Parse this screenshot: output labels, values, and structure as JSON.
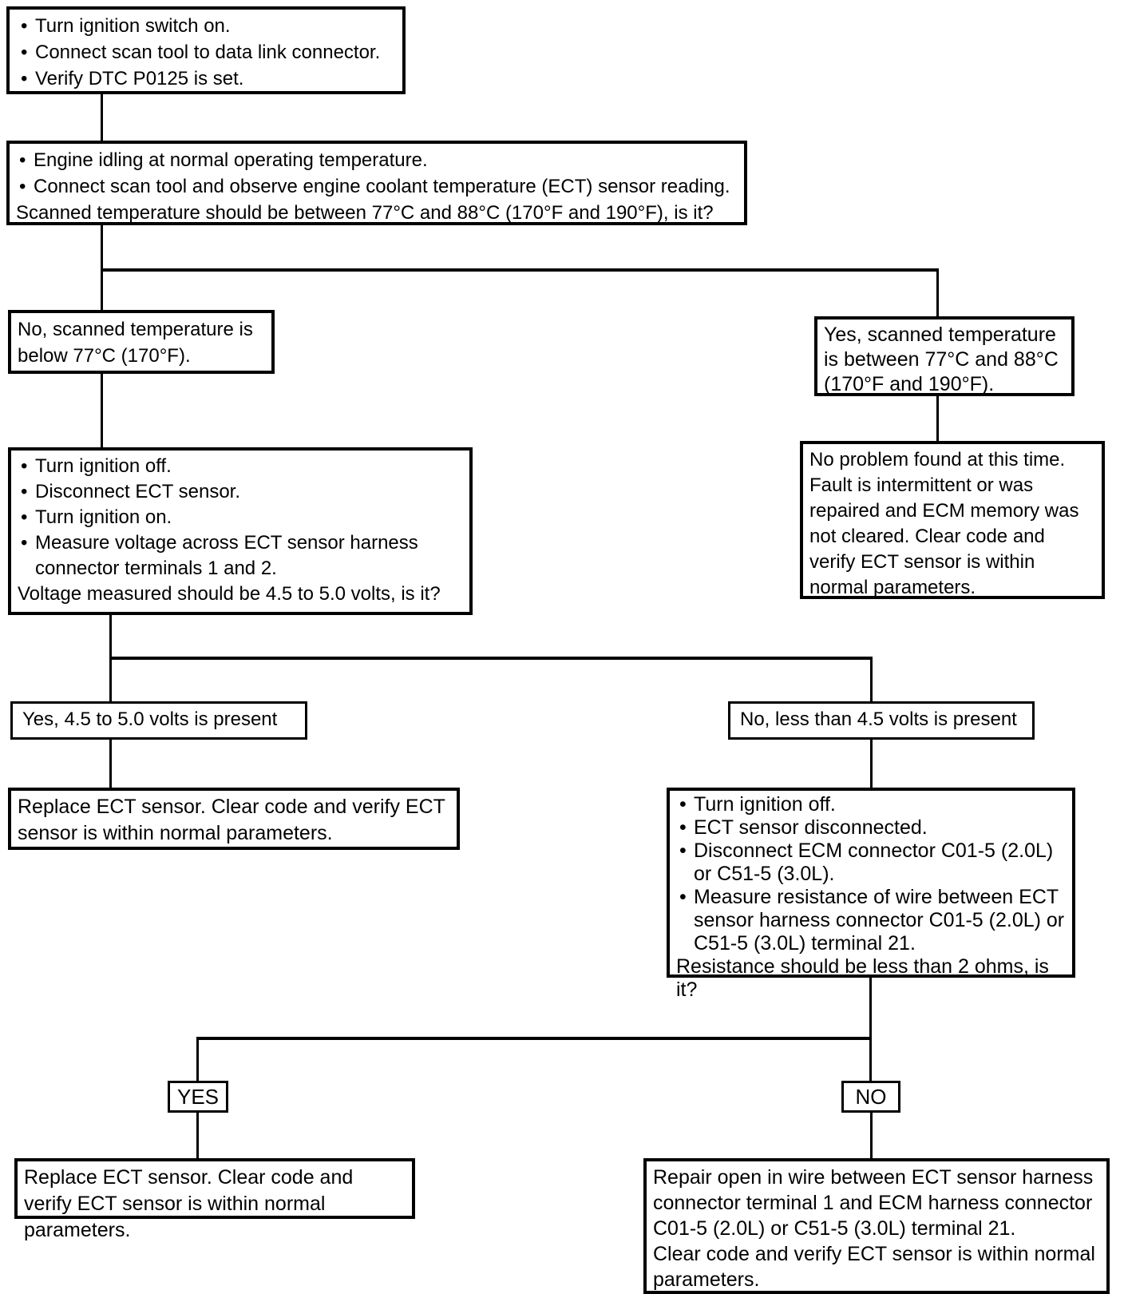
{
  "colors": {
    "line": "#000000",
    "box_border": "#000000",
    "background": "#ffffff",
    "text": "#000000"
  },
  "diagram_type": "diagnostic-flowchart",
  "boxes": {
    "start": {
      "bullets": [
        "Turn ignition switch on.",
        "Connect scan tool to data link connector.",
        "Verify DTC P0125 is set."
      ]
    },
    "idle_check": {
      "bullets": [
        "Engine idling at normal operating temperature.",
        "Connect scan tool and observe engine coolant temperature (ECT) sensor reading."
      ],
      "question": "Scanned temperature should be between 77°C and 88°C (170°F and 190°F), is it?"
    },
    "temp_no": {
      "text": "No, scanned temperature is below 77°C (170°F)."
    },
    "temp_yes": {
      "text": "Yes, scanned temperature is between 77°C and 88°C (170°F and 190°F)."
    },
    "voltage_check": {
      "bullets": [
        "Turn ignition off.",
        "Disconnect ECT sensor.",
        "Turn ignition on.",
        "Measure voltage across ECT sensor harness connector terminals 1 and 2."
      ],
      "question": "Voltage measured should be 4.5 to 5.0 volts, is it?"
    },
    "no_problem": {
      "text": "No problem found at this time. Fault is intermittent or was repaired and ECM memory was not cleared. Clear code and verify ECT sensor is within normal parameters."
    },
    "volts_yes": {
      "text": "Yes, 4.5 to 5.0 volts is present"
    },
    "volts_no": {
      "text": "No, less than 4.5 volts is present"
    },
    "replace_sensor_top": {
      "text": "Replace ECT sensor. Clear code and verify ECT sensor is within normal parameters."
    },
    "resistance_check": {
      "bullets": [
        "Turn ignition off.",
        "ECT sensor disconnected.",
        "Disconnect ECM connector C01-5 (2.0L) or C51-5 (3.0L).",
        "Measure resistance of wire between ECT sensor harness connector C01-5 (2.0L) or C51-5 (3.0L) terminal 21."
      ],
      "question": "Resistance should be less than 2 ohms, is it?"
    },
    "yes_label": {
      "text": "YES"
    },
    "no_label": {
      "text": "NO"
    },
    "replace_sensor_bottom": {
      "text": "Replace ECT sensor. Clear code and verify ECT sensor is within normal parameters."
    },
    "repair_wire": {
      "line1": "Repair open in wire between ECT sensor harness connector terminal 1 and ECM harness connector C01-5 (2.0L) or C51-5 (3.0L) terminal 21.",
      "line2": "Clear code and verify ECT sensor is within normal parameters."
    }
  }
}
